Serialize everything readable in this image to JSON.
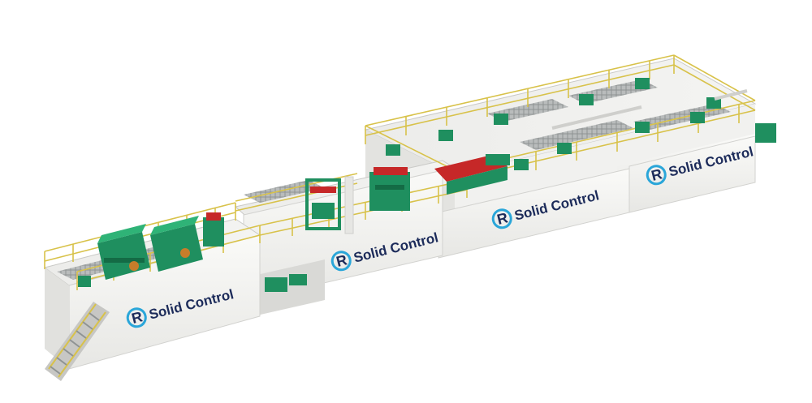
{
  "image": {
    "subject": "solids-control-tank-system-render",
    "colors": {
      "background": "#ffffff",
      "tank_wall": "#f3f3f1",
      "tank_shadow": "#dcdcda",
      "deck": "#e9e9e7",
      "railing": "#d8c24a",
      "equipment_green": "#1f8f5f",
      "equipment_dark_green": "#146b45",
      "accent_red": "#c62828",
      "brand_blue": "#1c2b5a",
      "brand_cyan": "#2aa6d9"
    }
  },
  "tanks": [
    {
      "id": "tank-1",
      "logo_text": "Solid Control"
    },
    {
      "id": "tank-2",
      "logo_text": "Solid Control"
    },
    {
      "id": "tank-3",
      "logo_text": "Solid Control"
    },
    {
      "id": "tank-4",
      "logo_text": "Solid Control"
    }
  ]
}
